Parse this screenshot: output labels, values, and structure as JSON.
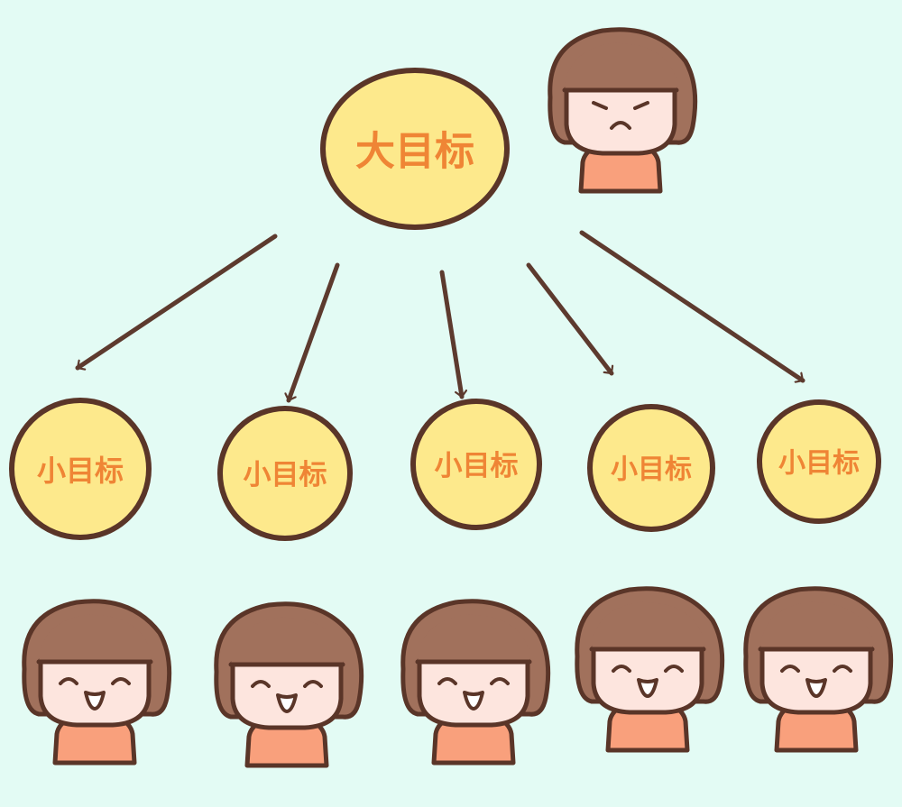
{
  "diagram": {
    "big_goal": {
      "label": "大目标"
    },
    "small_goals": [
      {
        "label": "小目标"
      },
      {
        "label": "小目标"
      },
      {
        "label": "小目标"
      },
      {
        "label": "小目标"
      },
      {
        "label": "小目标"
      }
    ],
    "mood_top": "sad",
    "mood_bottom": "happy"
  },
  "colors": {
    "background": "#e3fbf4",
    "circle_fill": "#fde98c",
    "outline": "#5a3528",
    "text": "#ef8535",
    "hair": "#a1715c",
    "skin": "#fde5de",
    "shirt": "#f9a07c",
    "arrow": "#5d3a2e"
  }
}
